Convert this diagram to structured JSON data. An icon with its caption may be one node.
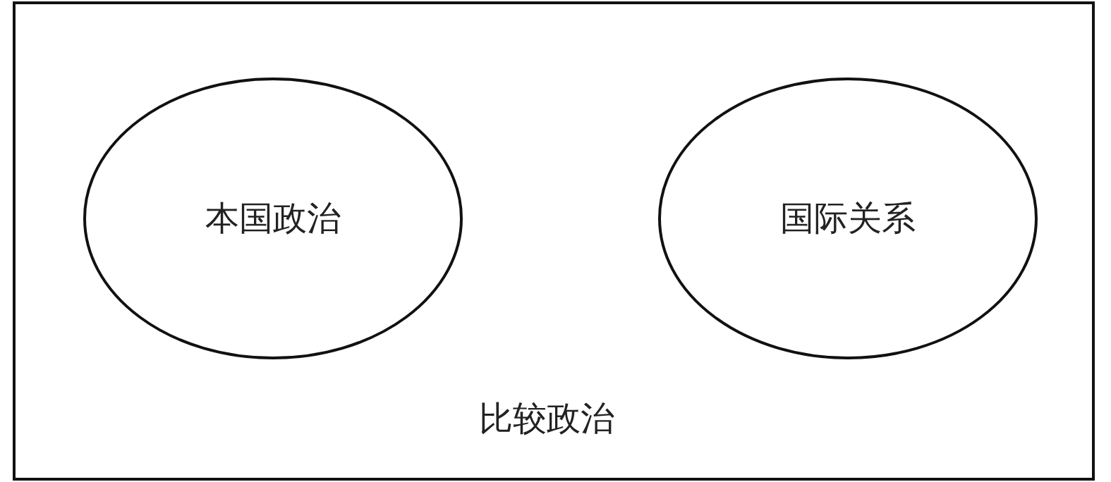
{
  "diagram": {
    "nodes": [
      {
        "text": [
          "比较政治"
        ]
      },
      {
        "text": [
          "本国政治"
        ],
        "in": 0
      },
      {
        "text": [
          "国际关系"
        ],
        "in": 0
      }
    ]
  }
}
